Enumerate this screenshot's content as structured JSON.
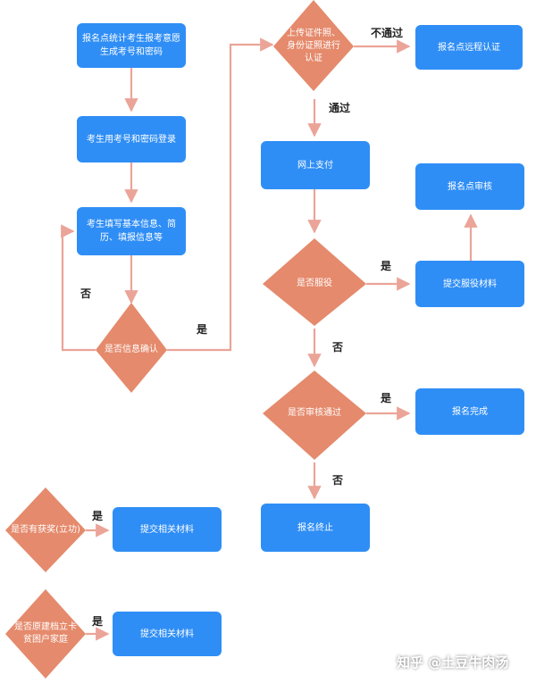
{
  "colors": {
    "box": "#2f8ef5",
    "diamond": "#e58a6c",
    "arrow": "#eba498",
    "text_on_shape": "#ffffff"
  },
  "nodes": {
    "stat": "报名点统计考生报考意愿生成考号和密码",
    "login": "考生用考号和密码登录",
    "fill": "考生填写基本信息、简历、填报信息等",
    "confirm": "是否信息确认",
    "upload": "上传证件照、身份证照进行认证",
    "remote": "报名点远程认证",
    "pay": "网上支付",
    "enlist": "是否服役",
    "submit_service": "提交服役材料",
    "review": "报名点审核",
    "pass": "是否审核通过",
    "complete": "报名完成",
    "terminate": "报名终止",
    "award": "是否有获奖(立功)",
    "submit1": "提交相关材料",
    "poverty": "是否原建档立卡贫困户家庭",
    "submit2": "提交相关材料"
  },
  "labels": {
    "no_confirm": "否",
    "yes_confirm": "是",
    "fail": "不通过",
    "passed": "通过",
    "yes_enlist": "是",
    "no_enlist": "否",
    "yes_pass": "是",
    "no_pass": "否",
    "yes_award": "是",
    "yes_poverty": "是"
  },
  "watermark": "知乎 @土豆牛肉汤"
}
